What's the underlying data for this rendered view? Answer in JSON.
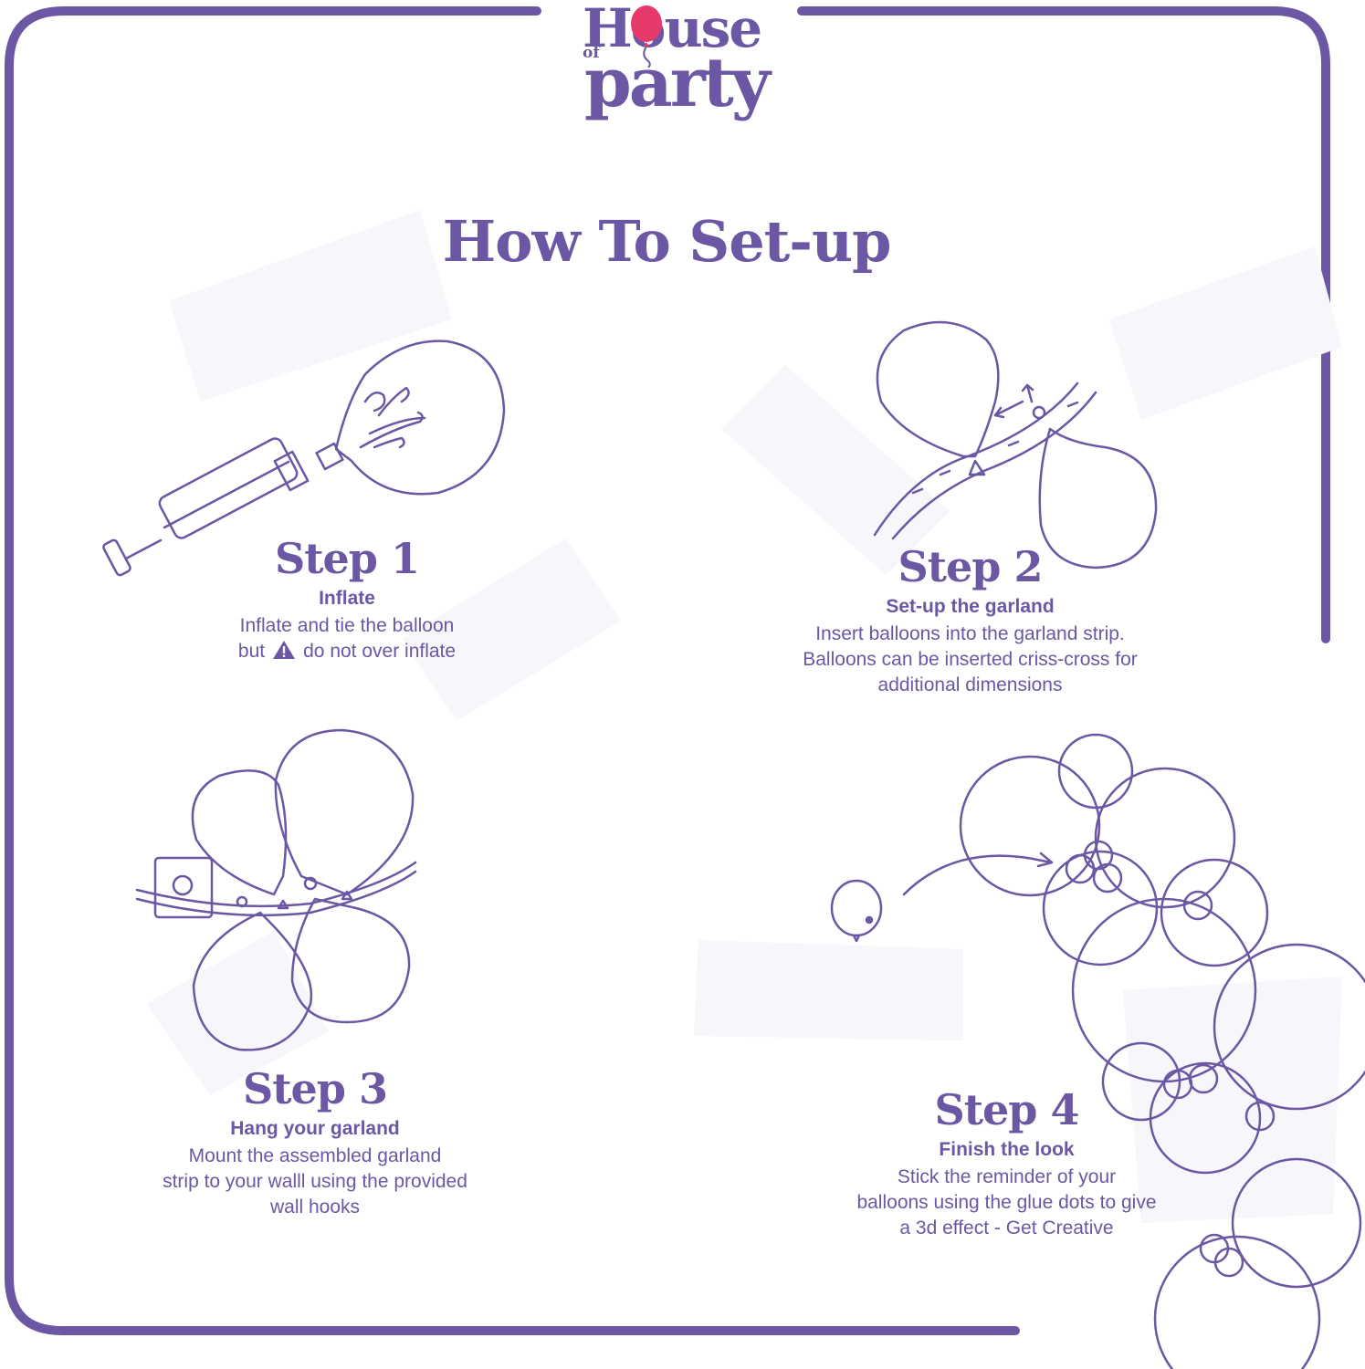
{
  "brand": {
    "logo_house": "House",
    "logo_of": "of",
    "logo_party": "party",
    "colors": {
      "primary": "#6b57a3",
      "accent": "#e8396b",
      "background": "#ffffff"
    }
  },
  "title": "How To Set-up",
  "steps": [
    {
      "heading": "Step 1",
      "subtitle": "Inflate",
      "line1": "Inflate and tie the balloon",
      "line2_prefix": "but",
      "line2_icon": "warning-icon",
      "line2_suffix": "do not over inflate"
    },
    {
      "heading": "Step 2",
      "subtitle": "Set-up the garland",
      "lines": [
        "Insert balloons into the garland strip.",
        "Balloons can be inserted criss-cross for",
        "additional dimensions"
      ]
    },
    {
      "heading": "Step 3",
      "subtitle": "Hang your garland",
      "lines": [
        "Mount the assembled garland",
        "strip to your walll using the provided",
        "wall hooks"
      ]
    },
    {
      "heading": "Step 4",
      "subtitle": "Finish the look",
      "lines": [
        "Stick the reminder of your",
        "balloons using the glue dots to give",
        "a 3d effect - Get Creative"
      ]
    }
  ],
  "illustrations": {
    "step1": "balloon-pump-icon",
    "step2": "garland-strip-icon",
    "step3": "wall-hook-garland-icon",
    "step4": "balloon-arch-icon"
  }
}
